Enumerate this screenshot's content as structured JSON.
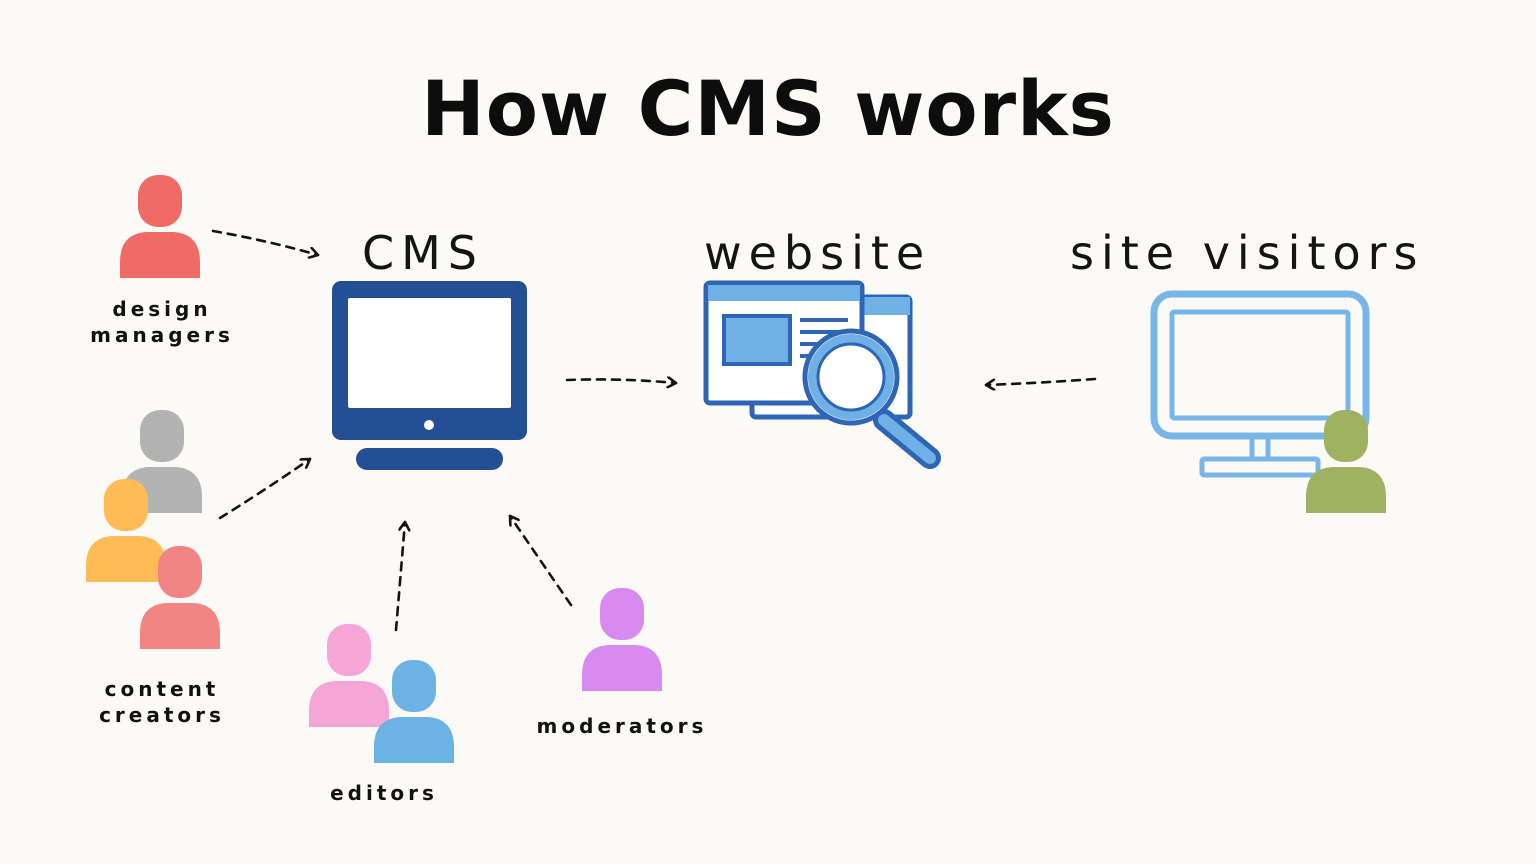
{
  "title": "How CMS works",
  "nodes": {
    "cms": {
      "label": "CMS"
    },
    "website": {
      "label": "website"
    },
    "visitors": {
      "label": "site visitors"
    }
  },
  "roles": {
    "design_managers": {
      "line1": "design",
      "line2": "managers"
    },
    "content_creators": {
      "line1": "content",
      "line2": "creators"
    },
    "editors": {
      "label": "editors"
    },
    "moderators": {
      "label": "moderators"
    }
  },
  "colors": {
    "cms_monitor": "#244f94",
    "website_icon": "#2f65b5",
    "website_fill": "#6fb1e6",
    "visitor_monitor": "#78b6e8",
    "design_manager": "#ef6b66",
    "creator_gray": "#b3b3b3",
    "creator_orange": "#ffbb55",
    "creator_red": "#f08583",
    "editor_pink": "#f5a5d6",
    "editor_blue": "#6db2e5",
    "moderator": "#d98af0",
    "visitor": "#9eb262"
  }
}
